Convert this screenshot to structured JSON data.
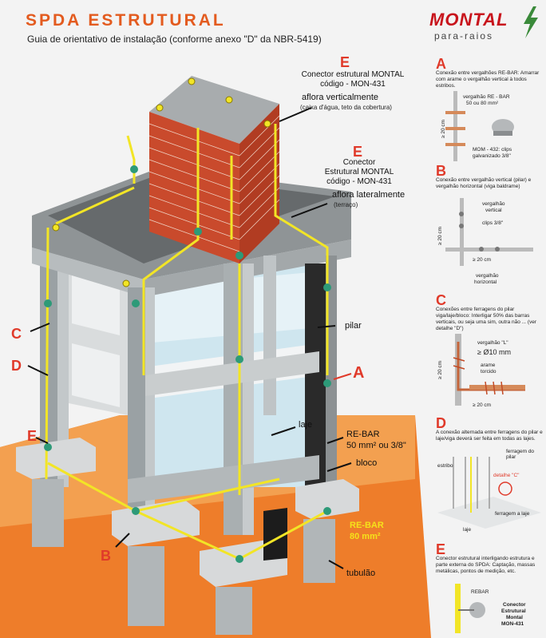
{
  "header": {
    "title": "SPDA ESTRUTURAL",
    "subtitle": "Guia de orientativo de instalação (conforme anexo \"D\" da NBR-5419)",
    "logo_main": "MONTAL",
    "logo_sub": "para-raios"
  },
  "callouts": {
    "e_top": {
      "letter": "E",
      "line1": "Conector estrutural MONTAL",
      "line2": "código - MON-431",
      "line3": "aflora verticalmente",
      "line4": "(caixa d'água, teto da cobertura)"
    },
    "e_mid": {
      "letter": "E",
      "line1": "Conector",
      "line2": "Estrutural MONTAL",
      "line3": "código - MON-431",
      "line4": "aflora lateralmente",
      "line5": "(terraço)"
    },
    "pilar": "pilar",
    "laje": "laje",
    "rebar": "RE-BAR",
    "rebar_size": "50 mm² ou 3/8\"",
    "bloco": "bloco",
    "rebar80_1": "RE-BAR",
    "rebar80_2": "80 mm²",
    "tubulao": "tubulão",
    "c": "C",
    "d": "D",
    "e_left": "E",
    "a": "A",
    "b": "B"
  },
  "panels": {
    "a": {
      "letter": "A",
      "text": "Conexão entre vergalhões RE-BAR: Amarrar com arame o vergalhão vertical à todos estribos.",
      "lbl1": "vergalhão RE - BAR",
      "lbl2": "50 ou 80 mm²",
      "lbl3": "≥ 20 cm",
      "lbl4": "MOM - 432: clips",
      "lbl5": "galvanizado 3/8\""
    },
    "b": {
      "letter": "B",
      "text": "Conexão entre vergalhão vertical (pilar) e vergalhão horizontal (viga baldrame)",
      "lbl1": "vergalhão",
      "lbl2": "vertical",
      "lbl3": "clips 3/8\"",
      "lbl4": "≥ 20 cm",
      "lbl5": "≥ 20 cm",
      "lbl6": "vergalhão",
      "lbl7": "horizontal"
    },
    "c": {
      "letter": "C",
      "text": "Conexões entre ferragens do pilar viga/laje/bloco: Interligar 50% das barras verticais, ou seja uma sim, outra não ... (ver detalhe \"D\")",
      "lbl1": "vergalhão \"L\"",
      "lbl2": "≥ Ø10 mm",
      "lbl3": "arame",
      "lbl4": "torcido",
      "lbl5": "≥ 20 cm",
      "lbl6": "≥ 20 cm"
    },
    "d": {
      "letter": "D",
      "text": "A conexão alternada entre ferragens do pilar e laje/viga deverá ser feita em todas as lajes.",
      "lbl1": "estribo",
      "lbl2": "ferragem do pilar",
      "lbl3": "detalhe \"C\"",
      "lbl4": "ferragem a laje",
      "lbl5": "laje"
    },
    "e": {
      "letter": "E",
      "text": "Conector estrutural interligando estrutura e parte externa do SPDA: Captação, massas metálicas, pontos de medição, etc.",
      "lbl1": "REBAR",
      "lbl2": "Conector",
      "lbl3": "Estrutural",
      "lbl4": "Montal",
      "lbl5": "MON-431"
    }
  },
  "colors": {
    "accent": "#e35b1f",
    "brand": "#c8141c",
    "rebar": "#f2e526",
    "connector": "#2d9a78"
  }
}
